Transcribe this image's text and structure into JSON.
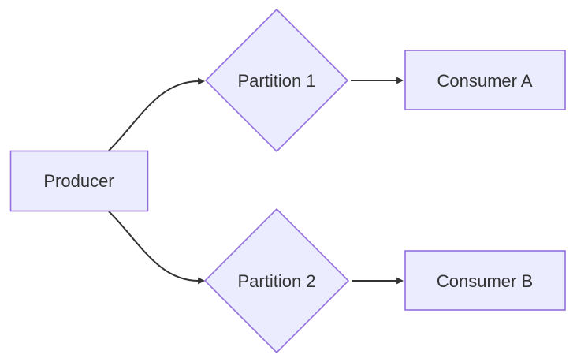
{
  "diagram": {
    "type": "flowchart",
    "direction": "left-to-right",
    "nodes": [
      {
        "id": "producer",
        "label": "Producer",
        "shape": "rectangle"
      },
      {
        "id": "partition1",
        "label": "Partition 1",
        "shape": "diamond"
      },
      {
        "id": "partition2",
        "label": "Partition 2",
        "shape": "diamond"
      },
      {
        "id": "consumerA",
        "label": "Consumer A",
        "shape": "rectangle"
      },
      {
        "id": "consumerB",
        "label": "Consumer B",
        "shape": "rectangle"
      }
    ],
    "edges": [
      {
        "from": "producer",
        "to": "partition1",
        "style": "curved-arrow"
      },
      {
        "from": "producer",
        "to": "partition2",
        "style": "curved-arrow"
      },
      {
        "from": "partition1",
        "to": "consumerA",
        "style": "straight-arrow"
      },
      {
        "from": "partition2",
        "to": "consumerB",
        "style": "straight-arrow"
      }
    ],
    "colors": {
      "node_fill": "#ECECFF",
      "node_border": "#9370DB",
      "edge_stroke": "#333333",
      "text": "#333333",
      "background": "#FFFFFF"
    }
  }
}
